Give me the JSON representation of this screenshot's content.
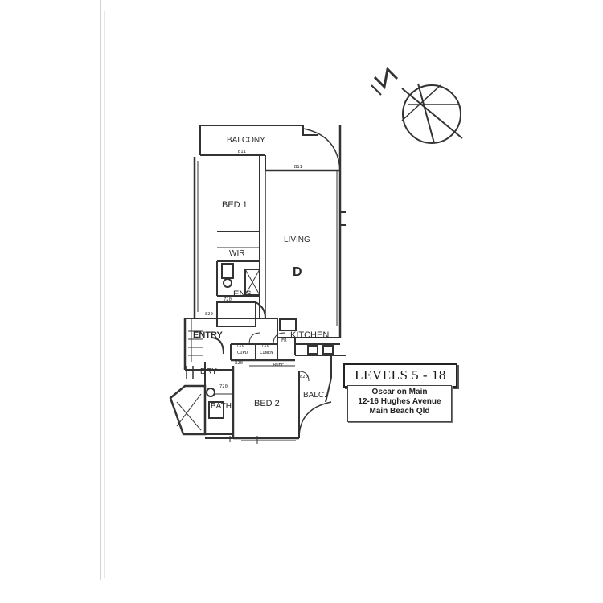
{
  "rooms": {
    "balcony": "BALCONY",
    "bed1": "BED 1",
    "living": "LIVING",
    "wir": "WIR",
    "unit": "D",
    "ens": "ENS",
    "entry": "ENTRY",
    "kitchen": "KITCHEN",
    "dry": "DRY",
    "bath": "BATH",
    "bed2": "BED 2",
    "balc": "BALC."
  },
  "small_labels": {
    "door_820_a": "820",
    "door_720_a": "720",
    "door_720_b": "720",
    "door_720_c": "720",
    "door_720_d": "720",
    "door_820_b": "820",
    "door_820_c": "820",
    "cupd": "CUPD",
    "linen": "LINEN",
    "robe": "ROBE",
    "fr": "FR",
    "window_a": "B11",
    "window_b": "B11"
  },
  "legend": {
    "levels": "LEVELS 5 - 18"
  },
  "address": {
    "line1": "Oscar on Main",
    "line2": "12-16 Hughes Avenue",
    "line3": "Main Beach  Qld"
  },
  "north_arrow": {
    "letter": "N"
  }
}
